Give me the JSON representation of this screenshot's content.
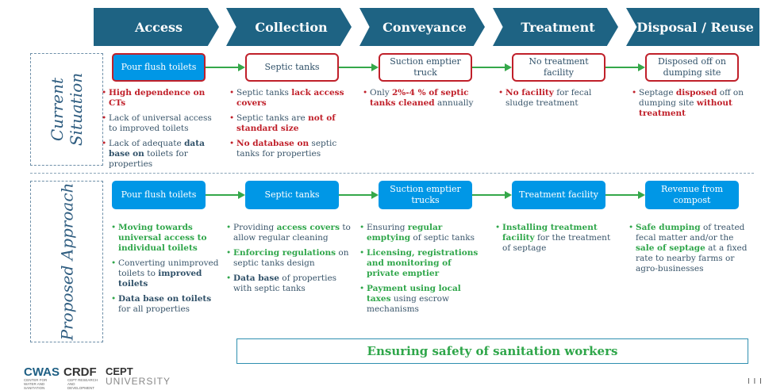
{
  "stages": [
    "Access",
    "Collection",
    "Conveyance",
    "Treatment",
    "Disposal / Reuse"
  ],
  "rows": {
    "current_label_1": "Current",
    "current_label_2": "Situation",
    "proposed_label": "Proposed Approach"
  },
  "current": {
    "boxes": [
      "Pour flush toilets",
      "Septic tanks",
      "Suction emptier truck",
      "No treatment facility",
      "Disposed off on dumping site"
    ],
    "access": [
      {
        "parts": [
          [
            "",
            "High dependence on CTs",
            "red"
          ]
        ]
      },
      {
        "parts": [
          [
            "Lack of universal access to improved toilets",
            "",
            ""
          ]
        ]
      },
      {
        "parts": [
          [
            "Lack of adequate ",
            "data base",
            "blue"
          ],
          [
            " ",
            "on",
            "blue"
          ],
          [
            " toilets for properties",
            "",
            ""
          ]
        ]
      }
    ],
    "collection": [
      {
        "parts": [
          [
            "Septic tanks ",
            "lack access covers",
            "red"
          ]
        ]
      },
      {
        "parts": [
          [
            "Septic tanks are ",
            "not of standard size",
            "red"
          ]
        ]
      },
      {
        "parts": [
          [
            "",
            "No database on",
            "red"
          ],
          [
            " septic tanks for properties",
            "",
            ""
          ]
        ]
      }
    ],
    "conveyance": [
      {
        "parts": [
          [
            "Only ",
            "2%-4 % of septic tanks cleaned",
            "red"
          ],
          [
            " annually",
            "",
            ""
          ]
        ]
      }
    ],
    "treatment": [
      {
        "parts": [
          [
            "",
            "No facility",
            "red"
          ],
          [
            " for fecal sludge treatment",
            "",
            ""
          ]
        ]
      }
    ],
    "disposal": [
      {
        "parts": [
          [
            "Septage ",
            "disposed",
            "red"
          ],
          [
            " off on dumping site ",
            "without treatment",
            "red"
          ]
        ]
      }
    ]
  },
  "proposed": {
    "boxes": [
      "Pour flush toilets",
      "Septic tanks",
      "Suction emptier trucks",
      "Treatment facility",
      "Revenue from compost"
    ],
    "access": [
      {
        "parts": [
          [
            "",
            "Moving towards universal access to individual toilets",
            "green"
          ]
        ]
      },
      {
        "parts": [
          [
            "Converting unimproved toilets to ",
            "improved toilets",
            "blue"
          ]
        ]
      },
      {
        "parts": [
          [
            "",
            "Data base on toilets",
            "blue"
          ],
          [
            " for all properties",
            "",
            ""
          ]
        ]
      }
    ],
    "collection": [
      {
        "parts": [
          [
            "Providing ",
            "access covers",
            "green"
          ],
          [
            " to allow regular cleaning",
            "",
            ""
          ]
        ]
      },
      {
        "parts": [
          [
            "",
            "Enforcing regulations",
            "green"
          ],
          [
            " on septic tanks design",
            "",
            ""
          ]
        ]
      },
      {
        "parts": [
          [
            "",
            "Data base",
            "blue"
          ],
          [
            " of properties with septic tanks",
            "",
            ""
          ]
        ]
      }
    ],
    "conveyance": [
      {
        "parts": [
          [
            "Ensuring ",
            "regular emptying",
            "green"
          ],
          [
            " of septic tanks",
            "",
            ""
          ]
        ]
      },
      {
        "parts": [
          [
            "",
            "Licensing, registrations and monitoring of private emptier",
            "green"
          ]
        ]
      },
      {
        "parts": [
          [
            "",
            "Payment using local taxes",
            "green"
          ],
          [
            " using escrow mechanisms",
            "",
            ""
          ]
        ]
      }
    ],
    "treatment": [
      {
        "parts": [
          [
            "",
            "Installing treatment facility",
            "green"
          ],
          [
            " for the treatment of septage",
            "",
            ""
          ]
        ]
      }
    ],
    "disposal": [
      {
        "parts": [
          [
            "",
            "Safe dumping",
            "green"
          ],
          [
            " of treated fecal matter and/or the ",
            "",
            ""
          ],
          [
            "",
            "sale of septage",
            "green"
          ],
          [
            " at a fixed rate to nearby farms or agro-businesses",
            "",
            ""
          ]
        ]
      }
    ]
  },
  "banner": "Ensuring safety of sanitation workers",
  "logos": {
    "cwas": "CWAS",
    "cwas_sub": "CENTER FOR WATER AND SANITATION",
    "crdf": "CRDF",
    "crdf_sub": "CEPT RESEARCH AND DEVELOPMENT FOUNDATION",
    "cept": "CEPT",
    "university": "UNIVERSITY"
  },
  "pager": "I I I",
  "colors": {
    "header": "#1e6383",
    "box_blue": "#0097e6",
    "red": "#c0202a",
    "green": "#2fa64a",
    "arrow": "#35a84a"
  }
}
